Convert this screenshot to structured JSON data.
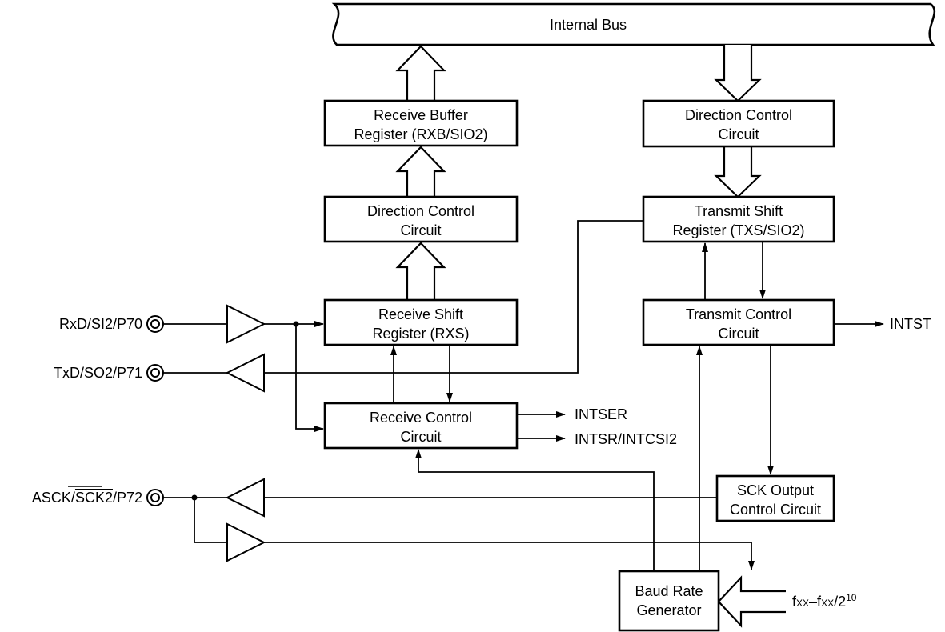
{
  "bus": {
    "label": "Internal Bus"
  },
  "blocks": {
    "rxb": {
      "line1": "Receive Buffer",
      "line2": "Register (RXB/SIO2)"
    },
    "dir_rx": {
      "line1": "Direction Control",
      "line2": "Circuit"
    },
    "rxs": {
      "line1": "Receive Shift",
      "line2": "Register (RXS)"
    },
    "rx_ctrl": {
      "line1": "Receive Control",
      "line2": "Circuit"
    },
    "dir_tx": {
      "line1": "Direction Control",
      "line2": "Circuit"
    },
    "txs": {
      "line1": "Transmit Shift",
      "line2": "Register (TXS/SIO2)"
    },
    "tx_ctrl": {
      "line1": "Transmit Control",
      "line2": "Circuit"
    },
    "sck_out": {
      "line1": "SCK Output",
      "line2": "Control Circuit"
    },
    "brg": {
      "line1": "Baud Rate",
      "line2": "Generator"
    }
  },
  "pins": {
    "rxd": "RxD/SI2/P70",
    "txd": "TxD/SO2/P71",
    "asck_prefix": "ASCK/",
    "asck_overline": "SCK2",
    "asck_suffix": "/P72"
  },
  "signals": {
    "intser": "INTSER",
    "intsr": "INTSR/INTCSI2",
    "intst": "INTST"
  },
  "clock": {
    "f1": "f",
    "f1_sub": "XX",
    "dash": "–",
    "f2": "f",
    "f2_sub": "XX",
    "div": "/2",
    "exp": "10"
  }
}
